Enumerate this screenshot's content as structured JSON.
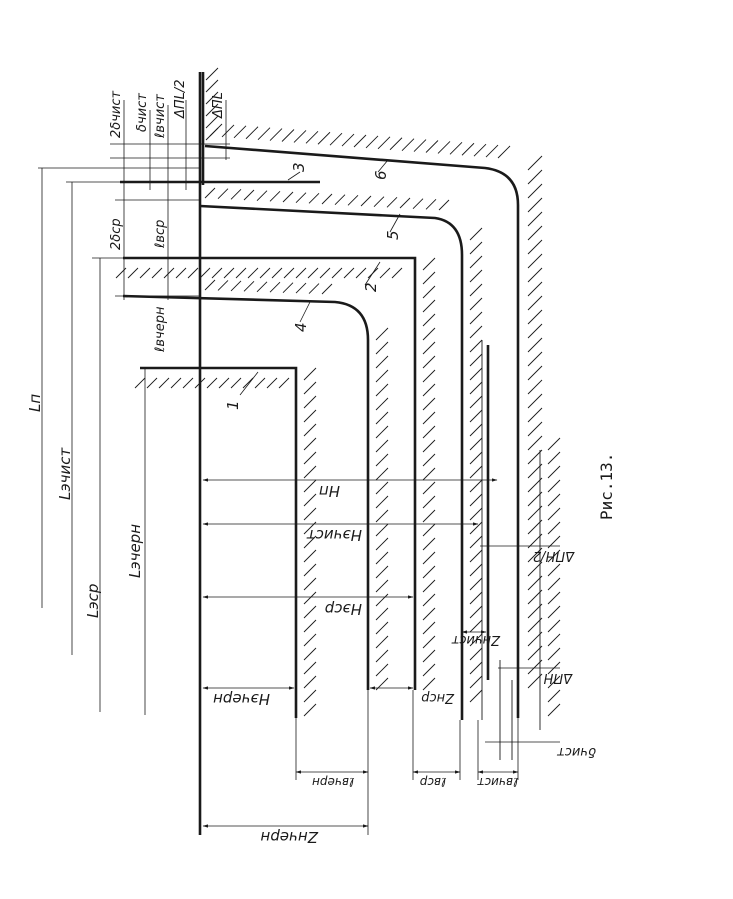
{
  "figure": {
    "caption": "Рис.13.",
    "part_numbers": [
      "1",
      "2",
      "3",
      "4",
      "5",
      "6"
    ],
    "dimensions": {
      "two_delta_clean": "2δчист",
      "delta_clean": "δчист",
      "l_clean": "ℓвчист",
      "delta_pl_half": "ΔПL/2",
      "delta_pl": "ΔПL",
      "two_delta_mid": "2δср",
      "l_mid": "ℓвср",
      "l_rough": "ℓвчерн",
      "L_p": "Lп",
      "L_clean": "Lэчист",
      "L_mid": "Lэср",
      "L_rough": "Lэчерн",
      "H_p": "Hп",
      "H_clean": "Hэчист",
      "H_mid": "Hэср",
      "H_rough": "Hэчерн",
      "z_clean": "Zнчист",
      "z_mid": "Zнср",
      "z_rough": "Zнчерн",
      "delta_pn_half": "ΔПН/2",
      "delta_pn": "ΔПН",
      "l_rough_b": "ℓвчерн",
      "l_mid_b": "ℓвср",
      "l_clean_b": "ℓвчист",
      "delta_clean_b": "δчист"
    }
  }
}
